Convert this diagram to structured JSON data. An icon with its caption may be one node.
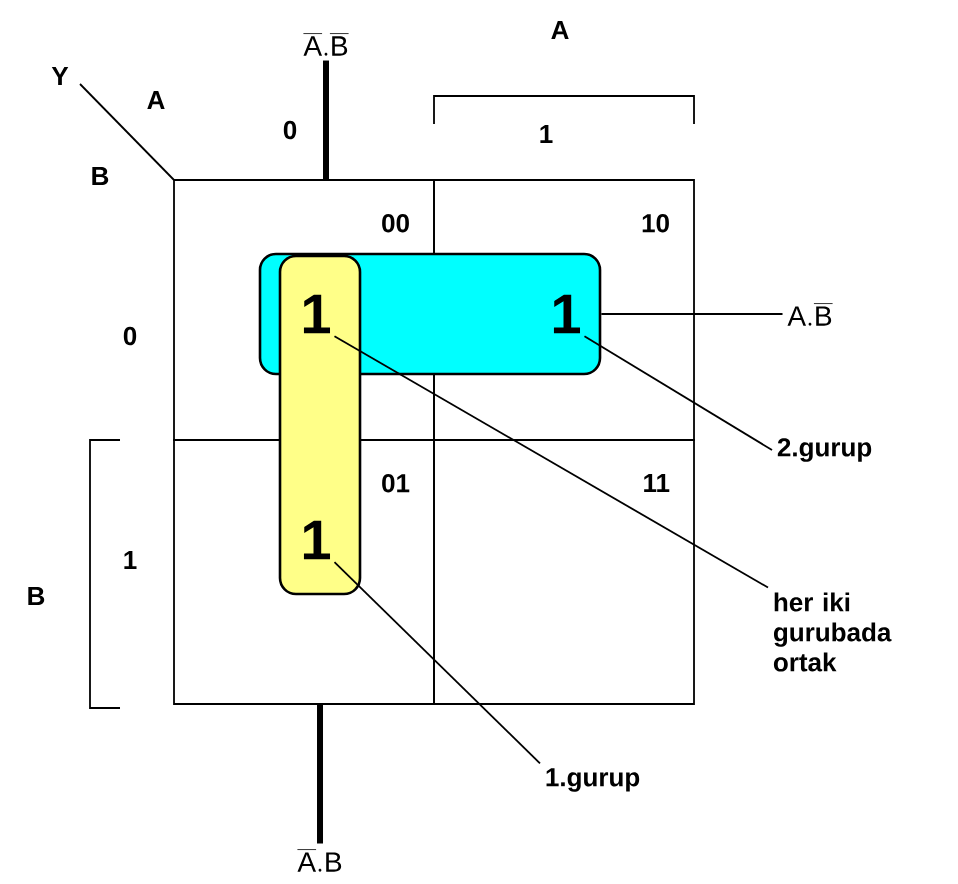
{
  "diagram": {
    "nodes": [
      {
        "text": [
          "00"
        ]
      },
      {
        "text": [
          "10"
        ]
      },
      {
        "text": [
          "01"
        ]
      },
      {
        "text": [
          "11"
        ]
      },
      {
        "text": [],
        "shape": "box"
      },
      {
        "text": [],
        "shape": "box"
      },
      {
        "text": [
          "1"
        ]
      },
      {
        "text": [
          "1"
        ]
      },
      {
        "text": [
          "1"
        ]
      },
      {
        "text": [
          "\\mathrm{\\overline{A}.\\overline{B}}"
        ]
      },
      {
        "text": [
          "\\mathrm{A.\\overline{B}}"
        ]
      },
      {
        "text": [
          "2.gurup"
        ]
      },
      {
        "text": [
          "her iki gurubada ortak"
        ]
      },
      {
        "text": [
          "1.gurup"
        ]
      },
      {
        "text": [
          "\\mathrm{\\overline{A}.B}"
        ]
      }
    ],
    "edges": [
      {
        "from": 9,
        "to": 0,
        "arrow": "none",
        "style": "thick"
      },
      {
        "from": 10,
        "to": 4,
        "arrow": "none"
      },
      {
        "from": 11,
        "to": 7,
        "arrow": "none"
      },
      {
        "from": 12,
        "to": 6,
        "arrow": "none"
      },
      {
        "from": 13,
        "to": 8,
        "arrow": "none"
      },
      {
        "from": 14,
        "to": 2,
        "arrow": "none",
        "style": "thick"
      }
    ],
    "labels": [
      "A",
      "Y",
      "A",
      "0",
      "1",
      "B",
      "0",
      "1",
      "B"
    ]
  }
}
